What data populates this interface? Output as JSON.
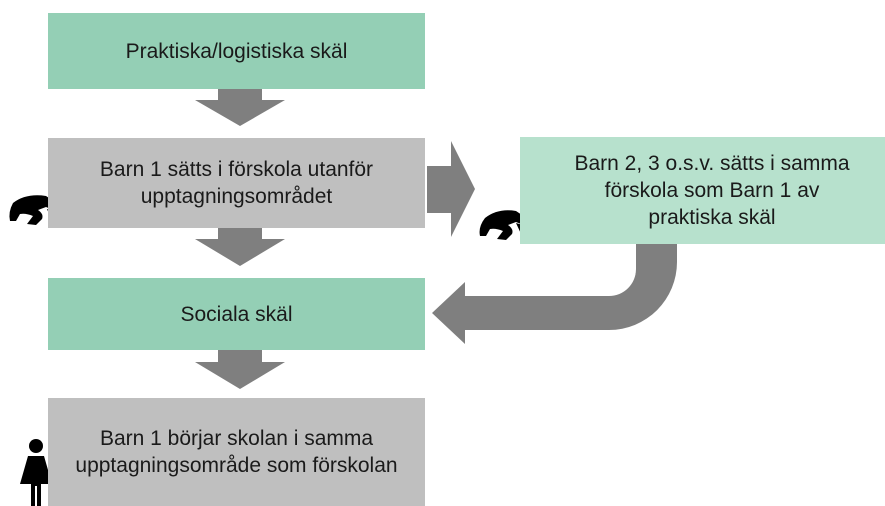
{
  "boxes": {
    "practical": "Praktiska/logistiska skäl",
    "child1_outside": "Barn 1 sätts i förskola utanför upptagningsområdet",
    "child2_same": "Barn 2, 3 o.s.v. sätts i samma förskola som Barn 1 av praktiska skäl",
    "social": "Sociala skäl",
    "child1_school": "Barn 1 börjar skolan i samma upptagningsområde som förskolan"
  },
  "colors": {
    "green": "#94cfb5",
    "light_green": "#b7e1cd",
    "grey": "#bfbfbf",
    "arrow": "#7f7f7f",
    "icon": "#000000"
  },
  "icons": {
    "crawling_baby_1": "crawling-baby-icon",
    "crawling_baby_2": "crawling-baby-icon",
    "child_standing": "girl-standing-icon"
  }
}
